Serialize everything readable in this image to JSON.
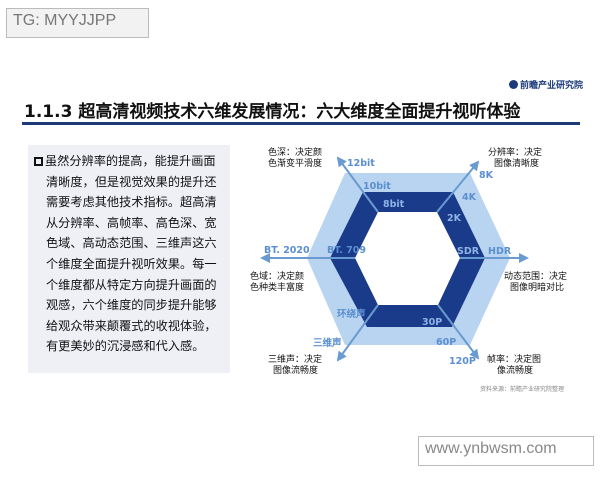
{
  "watermarks": {
    "top_left": "TG: MYYJJPP",
    "bottom_right": "www.ynbwsm.com"
  },
  "logo": "前瞻产业研究院",
  "title": "1.1.3 超高清视频技术六维发展情况：六大维度全面提升视听体验",
  "body_text": "虽然分辨率的提高，能提升画面清晰度，但是视觉效果的提升还需要考虑其他技术指标。超高清从分辨率、高帧率、高色深、宽色域、高动态范围、三维声这六个维度全面提升视听效果。每一个维度都从特定方向提升画面的观感，六个维度的同步提升能够给观众带来颠覆式的收视体验，有更美妙的沉浸感和代入感。",
  "diagram": {
    "colors": {
      "outer": "#b8d4f0",
      "middle": "#1a3a8a",
      "axis": "#6a9bd0",
      "label": "#5b8fd0"
    },
    "dimensions": [
      {
        "name": "色深：决定颜",
        "name2": "色渐变平滑度",
        "levels": [
          "8bit",
          "10bit",
          "12bit"
        ]
      },
      {
        "name": "分辨率：决定",
        "name2": "图像清晰度",
        "levels": [
          "2K",
          "4K",
          "8K"
        ]
      },
      {
        "name": "动态范围：决定",
        "name2": "图像明暗对比",
        "levels": [
          "SDR",
          "HDR"
        ]
      },
      {
        "name": "帧率：决定图",
        "name2": "像流畅度",
        "levels": [
          "30P",
          "60P",
          "120P"
        ]
      },
      {
        "name": "三维声：决定",
        "name2": "图像流畅度",
        "levels": [
          "环绕声",
          "三维声"
        ]
      },
      {
        "name": "色域：决定颜",
        "name2": "色种类丰富度",
        "levels": [
          "BT. 709",
          "BT. 2020"
        ]
      }
    ]
  },
  "source": "资料来源：前瞻产业研究院整理"
}
